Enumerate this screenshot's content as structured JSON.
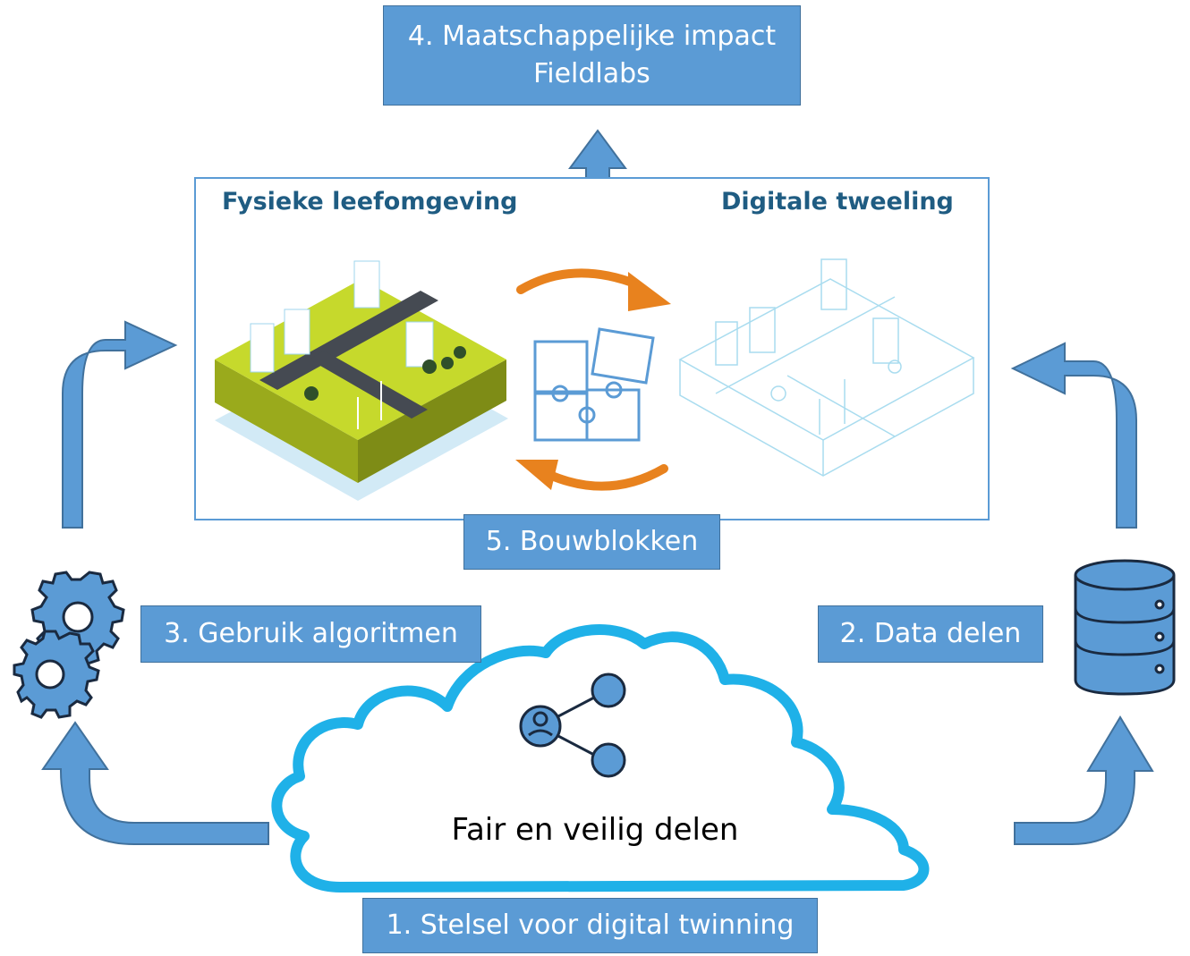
{
  "boxes": {
    "impact_line1": "4. Maatschappelijke impact",
    "impact_line2": "Fieldlabs",
    "bouwblokken": "5. Bouwblokken",
    "algoritmen": "3. Gebruik algoritmen",
    "data_delen": "2. Data delen",
    "stelsel": "1. Stelsel voor digital twinning"
  },
  "panel": {
    "left_title": "Fysieke leefomgeving",
    "right_title": "Digitale tweeling"
  },
  "cloud": {
    "label": "Fair en veilig delen",
    "icon": "share-network-icon"
  },
  "colors": {
    "box_fill": "#5b9bd5",
    "box_border": "#41719c",
    "arrow_fill": "#5b9bd5",
    "cloud_stroke": "#1fb1e8",
    "panel_title": "#1f5c82",
    "grass": "#c6d92c",
    "cycle_arrow": "#e8821e",
    "wireframe": "#a9dcef"
  }
}
